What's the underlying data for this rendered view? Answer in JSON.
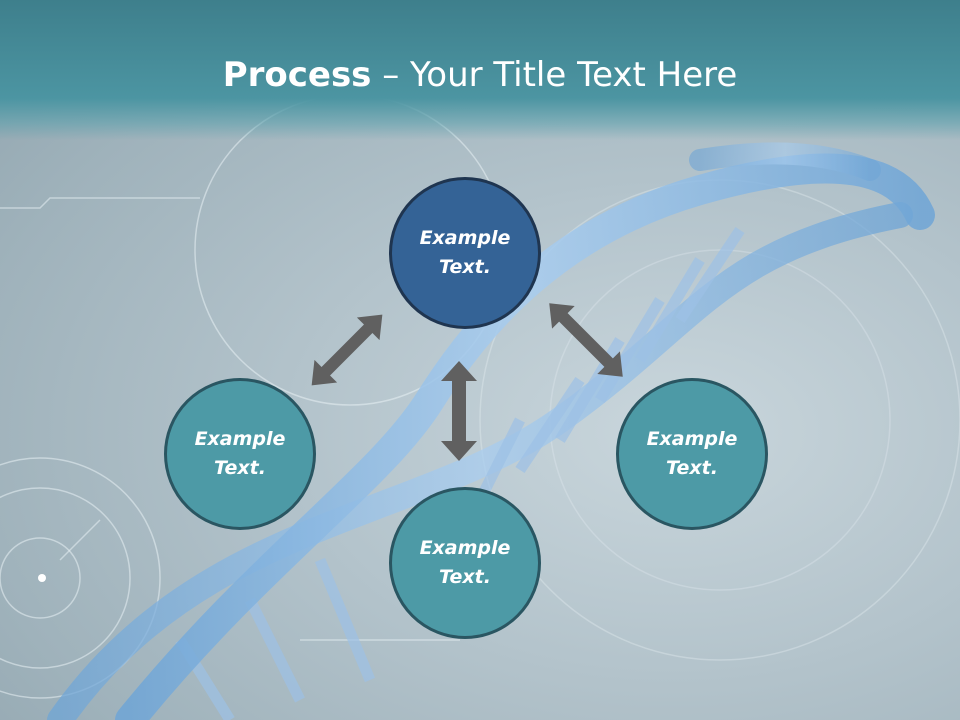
{
  "title": {
    "bold": "Process",
    "rest": " – Your Title Text Here"
  },
  "nodes": {
    "top": "Example Text.",
    "left": "Example Text.",
    "right": "Example Text.",
    "bottom": "Example Text."
  },
  "colors": {
    "center_fill": "#346396",
    "outer_fill": "#4d9aa6",
    "arrow": "#606060",
    "title_band": "#4c95a2"
  }
}
